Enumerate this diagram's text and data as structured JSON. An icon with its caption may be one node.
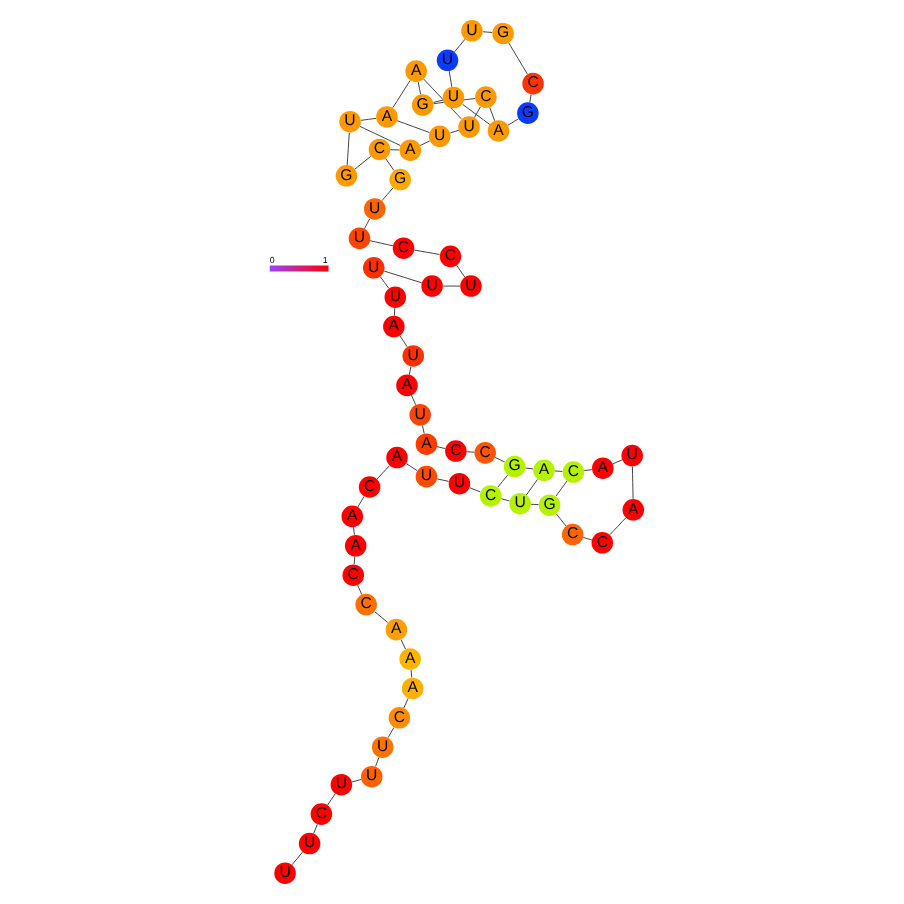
{
  "diagram": {
    "nodes": [
      {
        "text": [
          "U"
        ]
      },
      {
        "text": [
          "U"
        ]
      },
      {
        "text": [
          "C"
        ]
      },
      {
        "text": [
          "U"
        ]
      },
      {
        "text": [
          "U"
        ]
      },
      {
        "text": [
          "U"
        ]
      },
      {
        "text": [
          "C"
        ]
      },
      {
        "text": [
          "A"
        ]
      },
      {
        "text": [
          "A"
        ]
      },
      {
        "text": [
          "A"
        ]
      },
      {
        "text": [
          "C"
        ]
      },
      {
        "text": [
          "C"
        ]
      },
      {
        "text": [
          "A"
        ]
      },
      {
        "text": [
          "A"
        ]
      },
      {
        "text": [
          "C"
        ]
      },
      {
        "text": [
          "A"
        ]
      },
      {
        "text": [
          "U"
        ]
      },
      {
        "text": [
          "U"
        ]
      },
      {
        "text": [
          "C"
        ]
      },
      {
        "text": [
          "U"
        ]
      },
      {
        "text": [
          "G"
        ]
      },
      {
        "text": [
          "C"
        ]
      },
      {
        "text": [
          "C"
        ]
      },
      {
        "text": [
          "A"
        ]
      },
      {
        "text": [
          "U"
        ]
      },
      {
        "text": [
          "A"
        ]
      },
      {
        "text": [
          "C"
        ]
      },
      {
        "text": [
          "A"
        ]
      },
      {
        "text": [
          "G"
        ]
      },
      {
        "text": [
          "C"
        ]
      },
      {
        "text": [
          "C"
        ]
      },
      {
        "text": [
          "A"
        ]
      },
      {
        "text": [
          "U"
        ]
      },
      {
        "text": [
          "A"
        ]
      },
      {
        "text": [
          "U"
        ]
      },
      {
        "text": [
          "A"
        ]
      },
      {
        "text": [
          "U"
        ]
      },
      {
        "text": [
          "U"
        ]
      },
      {
        "text": [
          "U"
        ]
      },
      {
        "text": [
          "U"
        ]
      },
      {
        "text": [
          "C"
        ]
      },
      {
        "text": [
          "C"
        ]
      },
      {
        "text": [
          "U"
        ]
      },
      {
        "text": [
          "U"
        ]
      },
      {
        "text": [
          "G"
        ]
      },
      {
        "text": [
          "C"
        ]
      },
      {
        "text": [
          "A"
        ]
      },
      {
        "text": [
          "U"
        ]
      },
      {
        "text": [
          "U"
        ]
      },
      {
        "text": [
          "C"
        ]
      },
      {
        "text": [
          "A"
        ]
      },
      {
        "text": [
          "G"
        ]
      },
      {
        "text": [
          "C"
        ]
      },
      {
        "text": [
          "G"
        ]
      },
      {
        "text": [
          "U"
        ]
      },
      {
        "text": [
          "U"
        ]
      },
      {
        "text": [
          "U"
        ]
      },
      {
        "text": [
          "G"
        ]
      },
      {
        "text": [
          "A"
        ]
      },
      {
        "text": [
          "A"
        ]
      },
      {
        "text": [
          "U"
        ]
      },
      {
        "text": [
          "G"
        ]
      }
    ],
    "edges": [
      {
        "from": 0,
        "to": 1,
        "arrow": "none"
      },
      {
        "from": 1,
        "to": 2,
        "arrow": "none"
      },
      {
        "from": 2,
        "to": 3,
        "arrow": "none"
      },
      {
        "from": 3,
        "to": 4,
        "arrow": "none"
      },
      {
        "from": 4,
        "to": 5,
        "arrow": "none"
      },
      {
        "from": 5,
        "to": 6,
        "arrow": "none"
      },
      {
        "from": 6,
        "to": 7,
        "arrow": "none"
      },
      {
        "from": 7,
        "to": 8,
        "arrow": "none"
      },
      {
        "from": 8,
        "to": 9,
        "arrow": "none"
      },
      {
        "from": 9,
        "to": 10,
        "arrow": "none"
      },
      {
        "from": 10,
        "to": 11,
        "arrow": "none"
      },
      {
        "from": 11,
        "to": 12,
        "arrow": "none"
      },
      {
        "from": 12,
        "to": 13,
        "arrow": "none"
      },
      {
        "from": 13,
        "to": 14,
        "arrow": "none"
      },
      {
        "from": 14,
        "to": 15,
        "arrow": "none"
      },
      {
        "from": 15,
        "to": 16,
        "arrow": "none"
      },
      {
        "from": 16,
        "to": 17,
        "arrow": "none"
      },
      {
        "from": 17,
        "to": 18,
        "arrow": "none"
      },
      {
        "from": 18,
        "to": 19,
        "arrow": "none"
      },
      {
        "from": 19,
        "to": 20,
        "arrow": "none"
      },
      {
        "from": 20,
        "to": 21,
        "arrow": "none"
      },
      {
        "from": 21,
        "to": 22,
        "arrow": "none"
      },
      {
        "from": 22,
        "to": 23,
        "arrow": "none"
      },
      {
        "from": 23,
        "to": 24,
        "arrow": "none"
      },
      {
        "from": 24,
        "to": 25,
        "arrow": "none"
      },
      {
        "from": 25,
        "to": 26,
        "arrow": "none"
      },
      {
        "from": 26,
        "to": 27,
        "arrow": "none"
      },
      {
        "from": 27,
        "to": 28,
        "arrow": "none"
      },
      {
        "from": 28,
        "to": 29,
        "arrow": "none"
      },
      {
        "from": 29,
        "to": 30,
        "arrow": "none"
      },
      {
        "from": 30,
        "to": 31,
        "arrow": "none"
      },
      {
        "from": 31,
        "to": 32,
        "arrow": "none"
      },
      {
        "from": 32,
        "to": 33,
        "arrow": "none"
      },
      {
        "from": 33,
        "to": 34,
        "arrow": "none"
      },
      {
        "from": 34,
        "to": 35,
        "arrow": "none"
      },
      {
        "from": 35,
        "to": 36,
        "arrow": "none"
      },
      {
        "from": 36,
        "to": 37,
        "arrow": "none"
      },
      {
        "from": 37,
        "to": 38,
        "arrow": "none"
      },
      {
        "from": 38,
        "to": 39,
        "arrow": "none"
      },
      {
        "from": 39,
        "to": 40,
        "arrow": "none"
      },
      {
        "from": 40,
        "to": 41,
        "arrow": "none"
      },
      {
        "from": 41,
        "to": 42,
        "arrow": "none"
      },
      {
        "from": 42,
        "to": 43,
        "arrow": "none"
      },
      {
        "from": 43,
        "to": 44,
        "arrow": "none"
      },
      {
        "from": 44,
        "to": 45,
        "arrow": "none"
      },
      {
        "from": 45,
        "to": 46,
        "arrow": "none"
      },
      {
        "from": 46,
        "to": 47,
        "arrow": "none"
      },
      {
        "from": 47,
        "to": 48,
        "arrow": "none"
      },
      {
        "from": 48,
        "to": 49,
        "arrow": "none"
      },
      {
        "from": 49,
        "to": 50,
        "arrow": "none"
      },
      {
        "from": 50,
        "to": 51,
        "arrow": "none"
      },
      {
        "from": 51,
        "to": 52,
        "arrow": "none"
      },
      {
        "from": 52,
        "to": 53,
        "arrow": "none"
      },
      {
        "from": 53,
        "to": 54,
        "arrow": "none"
      },
      {
        "from": 54,
        "to": 55,
        "arrow": "none"
      },
      {
        "from": 55,
        "to": 56,
        "arrow": "none"
      },
      {
        "from": 56,
        "to": 57,
        "arrow": "none"
      },
      {
        "from": 57,
        "to": 58,
        "arrow": "none"
      },
      {
        "from": 58,
        "to": 59,
        "arrow": "none"
      },
      {
        "from": 59,
        "to": 60,
        "arrow": "none"
      },
      {
        "from": 60,
        "to": 61,
        "arrow": "none"
      },
      {
        "from": 18,
        "to": 28,
        "arrow": "none"
      },
      {
        "from": 19,
        "to": 27,
        "arrow": "none"
      },
      {
        "from": 20,
        "to": 26,
        "arrow": "none"
      },
      {
        "from": 45,
        "to": 61,
        "arrow": "none"
      },
      {
        "from": 46,
        "to": 60,
        "arrow": "none"
      },
      {
        "from": 47,
        "to": 59,
        "arrow": "none"
      },
      {
        "from": 48,
        "to": 58,
        "arrow": "none"
      },
      {
        "from": 49,
        "to": 57,
        "arrow": "none"
      },
      {
        "from": 50,
        "to": 56,
        "arrow": "none"
      }
    ],
    "labels": [
      "0",
      "1"
    ]
  }
}
